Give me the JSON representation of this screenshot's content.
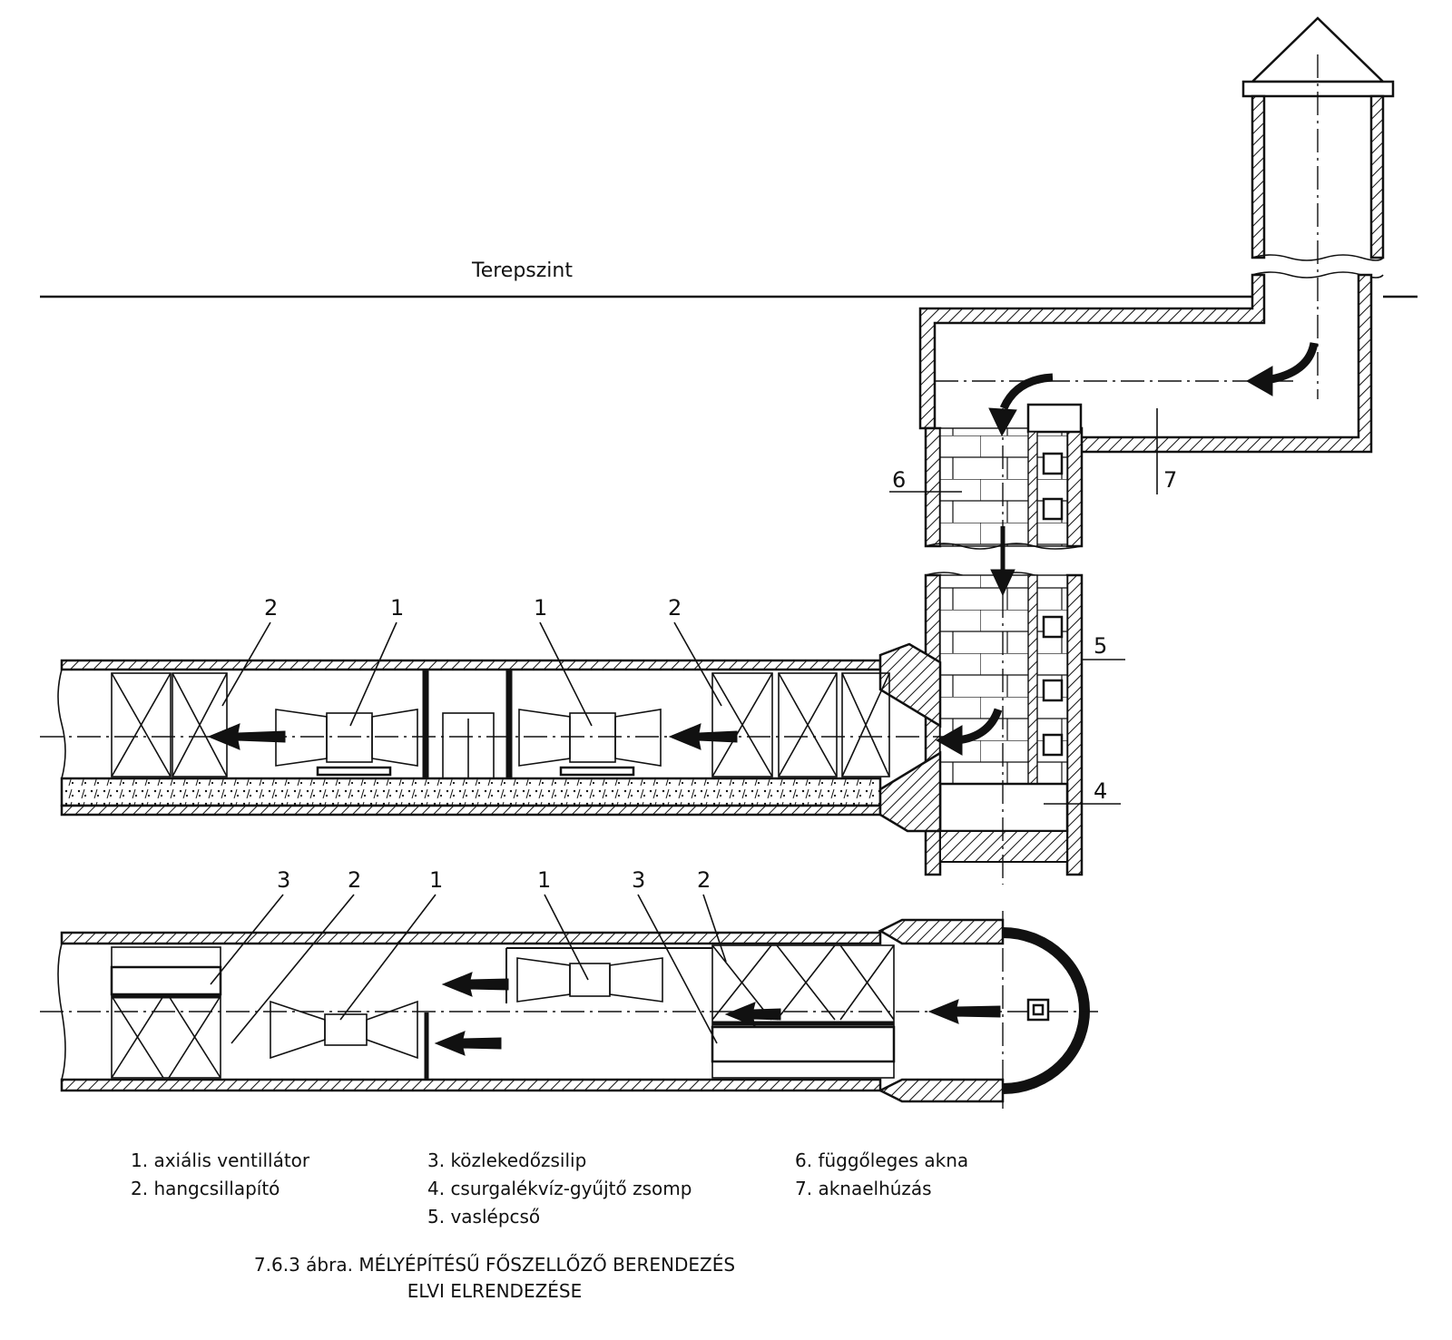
{
  "ground_level_label": "Terepszint",
  "callouts": {
    "upper_left_2": "2",
    "upper_left_1": "1",
    "upper_right_1": "1",
    "upper_right_2": "2",
    "shaft_6": "6",
    "shaft_7": "7",
    "shaft_5": "5",
    "shaft_4": "4",
    "lower_3a": "3",
    "lower_2a": "2",
    "lower_1a": "1",
    "lower_1b": "1",
    "lower_3b": "3",
    "lower_2b": "2"
  },
  "legend": {
    "col1": [
      "1. axiális ventillátor",
      "2. hangcsillapító"
    ],
    "col2": [
      "3. közlekedőzsilip",
      "4. csurgalékvíz-gyűjtő zsomp",
      "5. vaslépcső"
    ],
    "col3": [
      "6. függőleges akna",
      "7. aknaelhúzás"
    ]
  },
  "caption": {
    "line1": "7.6.3 ábra. MÉLYÉPÍTÉSŰ FŐSZELLŐZŐ BERENDEZÉS",
    "line2": "ELVI ELRENDEZÉSE"
  }
}
